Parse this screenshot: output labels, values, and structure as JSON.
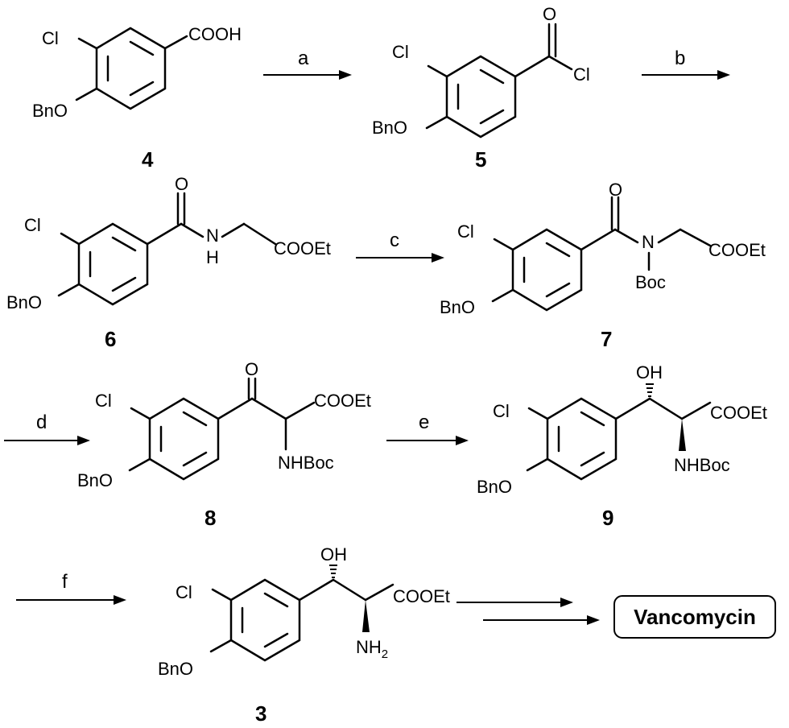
{
  "compounds": {
    "c4": {
      "number": "4",
      "cl": "Cl",
      "obn": "BnO",
      "acid": "COOH"
    },
    "c5": {
      "number": "5",
      "cl": "Cl",
      "obn": "BnO",
      "o": "O",
      "cl2": "Cl"
    },
    "c6": {
      "number": "6",
      "cl": "Cl",
      "obn": "BnO",
      "o": "O",
      "n": "N",
      "h": "H",
      "ester": "COOEt"
    },
    "c7": {
      "number": "7",
      "cl": "Cl",
      "obn": "BnO",
      "o": "O",
      "n": "N",
      "boc": "Boc",
      "ester": "COOEt"
    },
    "c8": {
      "number": "8",
      "cl": "Cl",
      "obn": "BnO",
      "o": "O",
      "ester": "COOEt",
      "nhboc": "NHBoc"
    },
    "c9": {
      "number": "9",
      "cl": "Cl",
      "obn": "BnO",
      "oh": "OH",
      "ester": "COOEt",
      "nhboc": "NHBoc"
    },
    "c3": {
      "number": "3",
      "cl": "Cl",
      "obn": "BnO",
      "oh": "OH",
      "ester": "COOEt",
      "nh": "NH",
      "sub": "2"
    }
  },
  "steps": {
    "a": "a",
    "b": "b",
    "c": "c",
    "d": "d",
    "e": "e",
    "f": "f"
  },
  "product": "Vancomycin"
}
